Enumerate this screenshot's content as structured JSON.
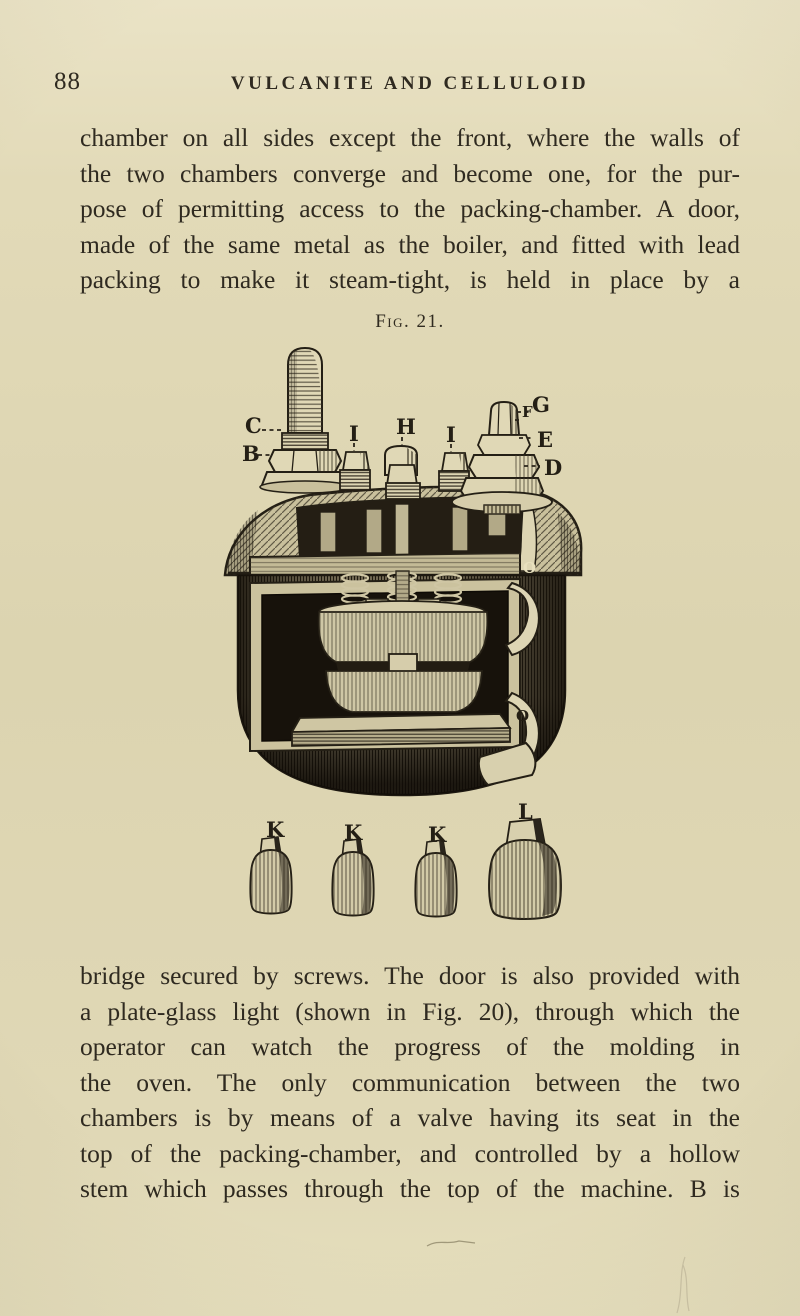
{
  "page": {
    "number": "88",
    "running_head": "VULCANITE AND CELLULOID"
  },
  "paragraph_top": {
    "lines": [
      "chamber on all sides except the front, where the walls of",
      "the two chambers converge and become one, for the pur-",
      "pose of permitting access to the packing-chamber.  A door,",
      "made of the same metal as the boiler, and fitted with lead",
      "packing to make it steam-tight, is held in place by a"
    ]
  },
  "figure": {
    "caption": "Fig. 21.",
    "labels": {
      "c": "C",
      "b": "B",
      "i_left": "I",
      "h": "H",
      "i_right": "I",
      "g": "G",
      "f": "F",
      "e": "E",
      "d": "D",
      "o_upper": "O",
      "o_lower": "O",
      "k1": "K",
      "k2": "K",
      "k3": "K",
      "l": "L"
    }
  },
  "paragraph_bottom": {
    "lines": [
      "bridge secured by screws.  The door is also provided with",
      "a plate-glass light (shown in Fig. 20), through which the",
      "operator can watch the progress of the molding in",
      "the oven.  The only communication between the two",
      "chambers is by means of a valve having its seat in the",
      "top of the packing-chamber, and controlled by a hollow",
      "stem which passes through the top of the machine.  B is"
    ]
  },
  "colors": {
    "paper": "#ded6b2",
    "ink": "#2f2a20",
    "figure_ink": "#241f15"
  }
}
